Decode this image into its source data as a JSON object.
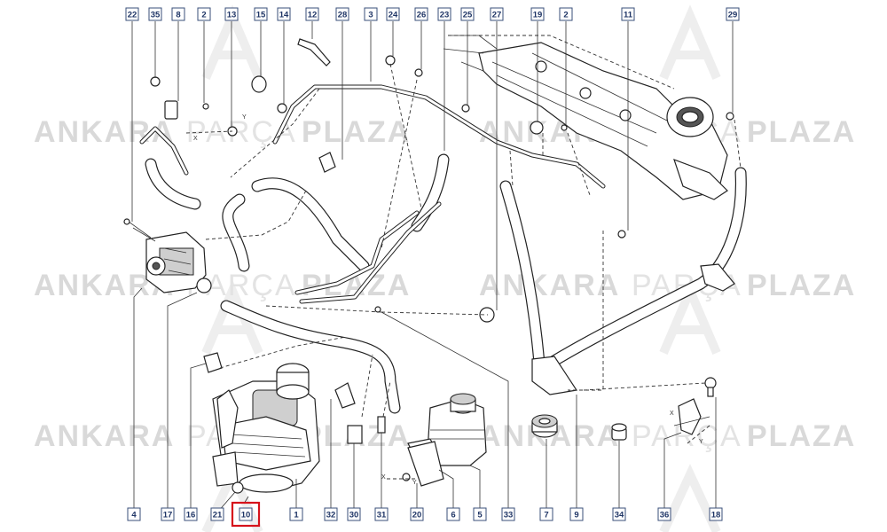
{
  "watermark": {
    "word1": "ANKARA",
    "word2": "PARÇA",
    "word3": "PLAZA"
  },
  "top_labels": [
    {
      "id": "t22",
      "text": "22"
    },
    {
      "id": "t35",
      "text": "35"
    },
    {
      "id": "t8",
      "text": "8"
    },
    {
      "id": "t2a",
      "text": "2"
    },
    {
      "id": "t13",
      "text": "13"
    },
    {
      "id": "t15",
      "text": "15"
    },
    {
      "id": "t14",
      "text": "14"
    },
    {
      "id": "t12",
      "text": "12"
    },
    {
      "id": "t28",
      "text": "28"
    },
    {
      "id": "t3",
      "text": "3"
    },
    {
      "id": "t24",
      "text": "24"
    },
    {
      "id": "t26",
      "text": "26"
    },
    {
      "id": "t23",
      "text": "23"
    },
    {
      "id": "t25",
      "text": "25"
    },
    {
      "id": "t27",
      "text": "27"
    },
    {
      "id": "t19",
      "text": "19"
    },
    {
      "id": "t2b",
      "text": "2"
    },
    {
      "id": "t11",
      "text": "11"
    },
    {
      "id": "t29",
      "text": "29"
    }
  ],
  "bottom_labels": [
    {
      "id": "b4",
      "text": "4"
    },
    {
      "id": "b17",
      "text": "17"
    },
    {
      "id": "b16",
      "text": "16"
    },
    {
      "id": "b21",
      "text": "21"
    },
    {
      "id": "b10",
      "text": "10",
      "selected": true
    },
    {
      "id": "b1",
      "text": "1"
    },
    {
      "id": "b32",
      "text": "32"
    },
    {
      "id": "b30",
      "text": "30"
    },
    {
      "id": "b31",
      "text": "31"
    },
    {
      "id": "b20",
      "text": "20"
    },
    {
      "id": "b6",
      "text": "6"
    },
    {
      "id": "b5",
      "text": "5"
    },
    {
      "id": "b33",
      "text": "33"
    },
    {
      "id": "b7",
      "text": "7"
    },
    {
      "id": "b9",
      "text": "9"
    },
    {
      "id": "b34",
      "text": "34"
    },
    {
      "id": "b36",
      "text": "36"
    },
    {
      "id": "b18",
      "text": "18"
    }
  ],
  "axis_marks": {
    "x": "X",
    "y": "Y"
  },
  "colors": {
    "label_border": "#3a4f7a",
    "label_text": "#1f3566",
    "selected_highlight": "#d6131b",
    "watermark": "#d9d9d9"
  }
}
